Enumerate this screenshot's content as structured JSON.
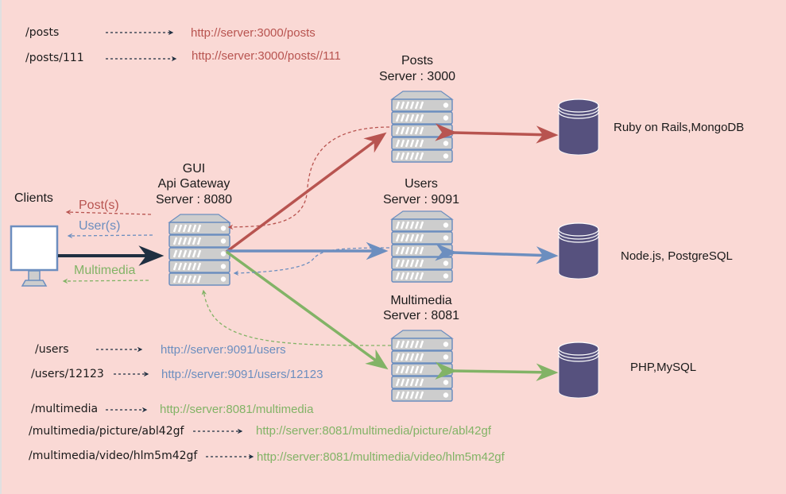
{
  "colors": {
    "background": "#fad9d5",
    "posts": "#b85450",
    "users": "#6c8ebf",
    "multimedia": "#82b366",
    "client_arrow": "#1f2f41",
    "database": "#56517e",
    "server_fill": "#cdcdcd",
    "server_stroke": "#6c8ebf"
  },
  "clients": {
    "label": "Clients"
  },
  "gateway": {
    "line1": "GUI",
    "line2": "Api Gateway",
    "line3": "Server : 8080"
  },
  "responses": {
    "posts": "Post(s)",
    "users": "User(s)",
    "multimedia": "Multimedia"
  },
  "services": [
    {
      "name": "Posts",
      "server": "Server : 3000",
      "stack": "Ruby on Rails,MongoDB"
    },
    {
      "name": "Users",
      "server": "Server : 9091",
      "stack": "Node.js, PostgreSQL"
    },
    {
      "name": "Multimedia",
      "server": "Server : 8081",
      "stack": "PHP,MySQL"
    }
  ],
  "routes": [
    {
      "path": "/posts",
      "url": "http://server:3000/posts",
      "service": "posts"
    },
    {
      "path": "/posts/111",
      "url": "http://server:3000/posts//111",
      "service": "posts"
    },
    {
      "path": "/users",
      "url": "http://server:9091/users",
      "service": "users"
    },
    {
      "path": "/users/12123",
      "url": "http://server:9091/users/12123",
      "service": "users"
    },
    {
      "path": "/multimedia",
      "url": "http://server:8081/multimedia",
      "service": "multimedia"
    },
    {
      "path": "/multimedia/picture/abl42gf",
      "url": "http://server:8081/multimedia/picture/abl42gf",
      "service": "multimedia"
    },
    {
      "path": "/multimedia/video/hlm5m42gf",
      "url": "http://server:8081/multimedia/video/hlm5m42gf",
      "service": "multimedia"
    }
  ]
}
